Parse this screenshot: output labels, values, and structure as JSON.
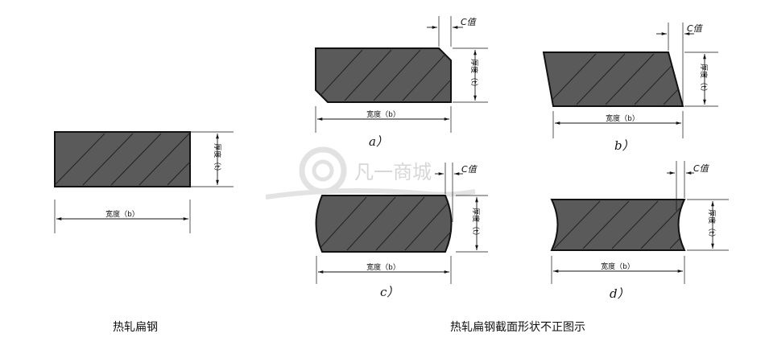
{
  "labels": {
    "width": "宽度（b）",
    "thickness": "厚度（t）",
    "c_value": "C值"
  },
  "sublabels": {
    "a": "a）",
    "b": "b）",
    "c": "c）",
    "d": "d）"
  },
  "captions": {
    "left": "热轧扁钢",
    "right": "热轧扁钢截面形状不正图示"
  },
  "watermark": {
    "text": "凡一商城"
  }
}
